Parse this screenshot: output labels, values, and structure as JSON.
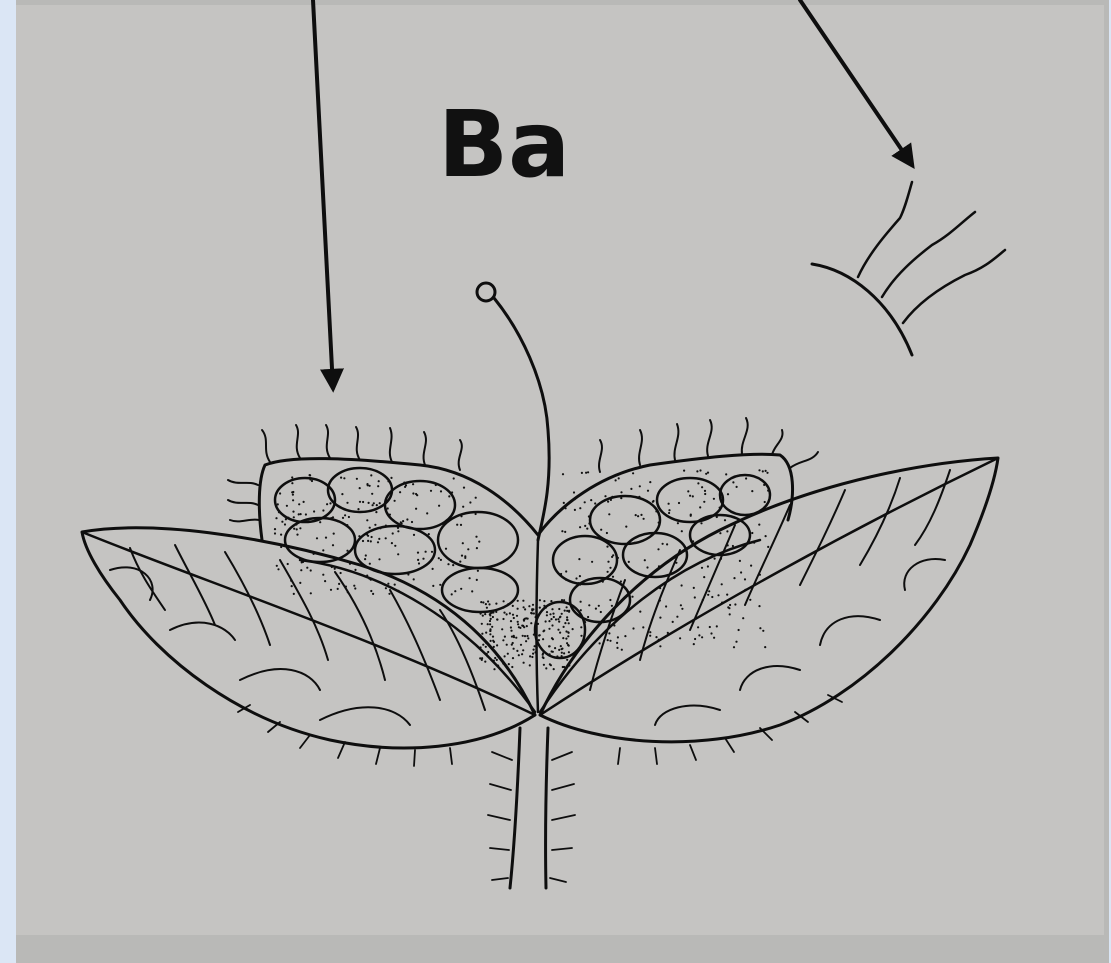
{
  "figure": {
    "panel_label": "Ba"
  },
  "colors": {
    "ink": "#0e0e0e",
    "paper": "#c5c4c2",
    "border": "#dbe6f5"
  },
  "icons": [
    "arrow-to-leaf-margin",
    "arrow-to-hair-detail"
  ]
}
